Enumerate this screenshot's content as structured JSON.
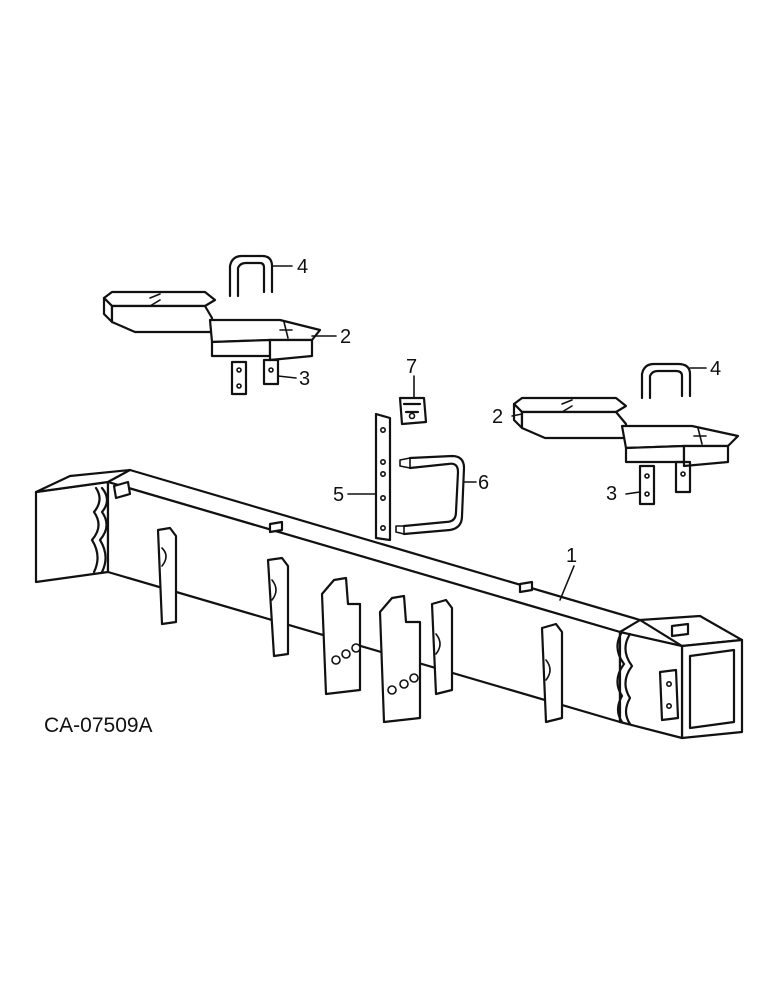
{
  "figure_id": "CA-07509A",
  "callouts": [
    {
      "id": "c1",
      "label": "1"
    },
    {
      "id": "c2a",
      "label": "2"
    },
    {
      "id": "c2b",
      "label": "2"
    },
    {
      "id": "c3a",
      "label": "3"
    },
    {
      "id": "c3b",
      "label": "3"
    },
    {
      "id": "c4a",
      "label": "4"
    },
    {
      "id": "c4b",
      "label": "4"
    },
    {
      "id": "c5",
      "label": "5"
    },
    {
      "id": "c6",
      "label": "6"
    },
    {
      "id": "c7",
      "label": "7"
    }
  ]
}
